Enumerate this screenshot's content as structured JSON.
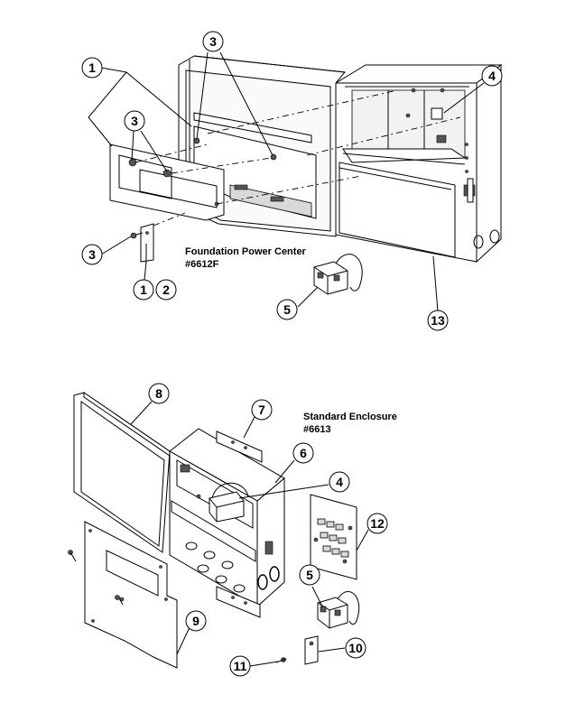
{
  "top_assembly": {
    "caption_line1": "Foundation Power Center",
    "caption_line2": "#6612F"
  },
  "bottom_assembly": {
    "caption_line1": "Standard Enclosure",
    "caption_line2": "#6613"
  },
  "callouts": {
    "top_1a": "1",
    "top_3a": "3",
    "top_4": "4",
    "top_3b": "3",
    "top_3c": "3",
    "top_1b": "1",
    "top_2": "2",
    "top_5": "5",
    "top_13": "13",
    "bot_8": "8",
    "bot_7": "7",
    "bot_6": "6",
    "bot_4": "4",
    "bot_12": "12",
    "bot_5": "5",
    "bot_9": "9",
    "bot_10": "10",
    "bot_11": "11"
  }
}
